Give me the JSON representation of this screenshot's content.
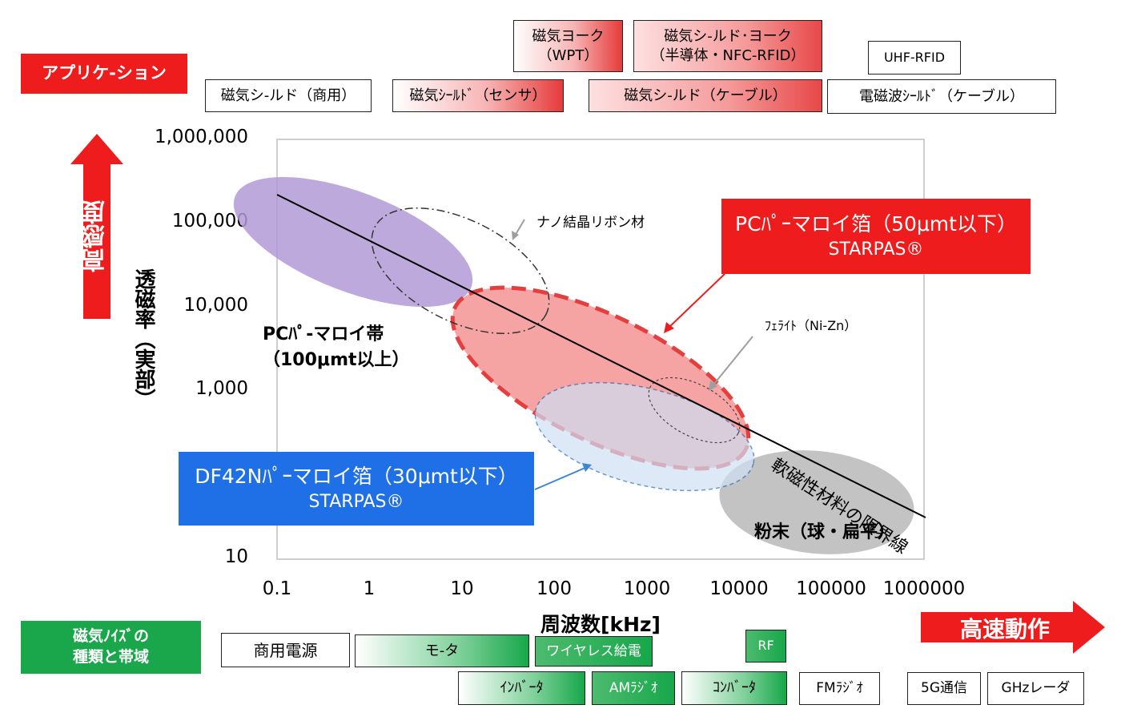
{
  "applications": {
    "title": "アプリケ-ション",
    "items": {
      "magnetic_shield_commercial": "磁気シ-ルド（商用）",
      "magnetic_shield_sensor": "磁気ｼｰﾙﾄﾞ（センサ）",
      "magnetic_yoke_line1": "磁気ヨーク",
      "magnetic_yoke_line2": "（WPT）",
      "magnetic_shield_yoke_line1": "磁気シ-ルド･ヨーク",
      "magnetic_shield_yoke_line2": "（半導体・NFC-RFID）",
      "magnetic_shield_cable": "磁気シ-ルド（ケーブル）",
      "uhf_rfid": "UHF-RFID",
      "em_shield_cable": "電磁波ｼｰﾙﾄﾞ（ケーブル）"
    }
  },
  "axes": {
    "high_sensitivity": "高感度",
    "ylabel": "透磁率（実部）",
    "xlabel": "周波数[kHz]",
    "high_speed": "高速動作",
    "yticks": [
      "1,000,000",
      "100,000",
      "10,000",
      "1,000",
      "10"
    ],
    "xticks": [
      "0.1",
      "1",
      "10",
      "100",
      "1000",
      "10000",
      "100000",
      "1000000"
    ]
  },
  "regions": {
    "pc_permalloy_band_line1": "PCﾊﾟ-マロイ帯",
    "pc_permalloy_band_line2": "（100μmt以上）",
    "nano_crystal": "ナノ結晶リボン材",
    "ferrite": "ﾌｪﾗｲﾄ（Ni-Zn）",
    "soft_magnetic_limit": "軟磁性材料の限界線",
    "powder": "粉末（球・扁平）"
  },
  "callouts": {
    "pc_foil_line1": "PCﾊﾟｰマロイ箔（50μmt以下）",
    "pc_foil_line2": "STARPAS®",
    "df42n_line1": "DF42Nﾊﾟｰマロイ箔（30μmt以下）",
    "df42n_line2": "STARPAS®"
  },
  "noise": {
    "title_line1": "磁気ﾉｲｽﾞの",
    "title_line2": "種類と帯域",
    "commercial_power": "商用電源",
    "motor": "モ-タ",
    "wireless_power": "ワイヤレス給電",
    "rf": "RF",
    "inverter": "ｲﾝﾊﾞｰﾀ",
    "am_radio": "AMﾗｼﾞｵ",
    "converter": "ｺﾝﾊﾞｰﾀ",
    "fm_radio": "FMﾗｼﾞｵ",
    "5g": "5G通信",
    "ghz_radar": "GHzレーダ"
  },
  "colors": {
    "red": "#ee1c1c",
    "blue": "#1f6fe6",
    "green": "#1aa64a",
    "purple": "#b39ad6",
    "gray": "#bdbdbd"
  }
}
